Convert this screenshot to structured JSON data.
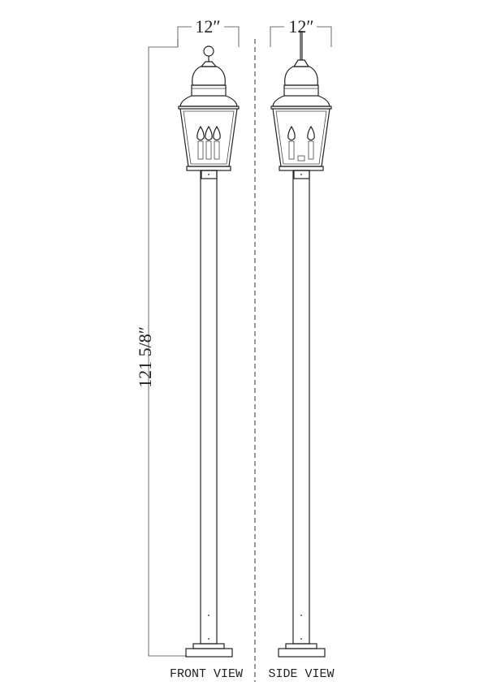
{
  "dimensions": {
    "front_width": "12″",
    "side_width": "12″",
    "height": "121 5/8″"
  },
  "labels": {
    "front_view": "FRONT VIEW",
    "side_view": "SIDE VIEW"
  },
  "colors": {
    "line": "#222222",
    "background": "#ffffff"
  }
}
